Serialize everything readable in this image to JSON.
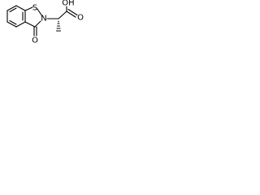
{
  "molecule": {
    "atoms": {
      "sulfur": "S",
      "nitrogen": "N",
      "ketone_oxygen": "O",
      "acid_hydroxyl": "OH",
      "acid_carbonyl_oxygen": "O"
    },
    "stereo": {
      "wedge_style": "hashed"
    }
  }
}
